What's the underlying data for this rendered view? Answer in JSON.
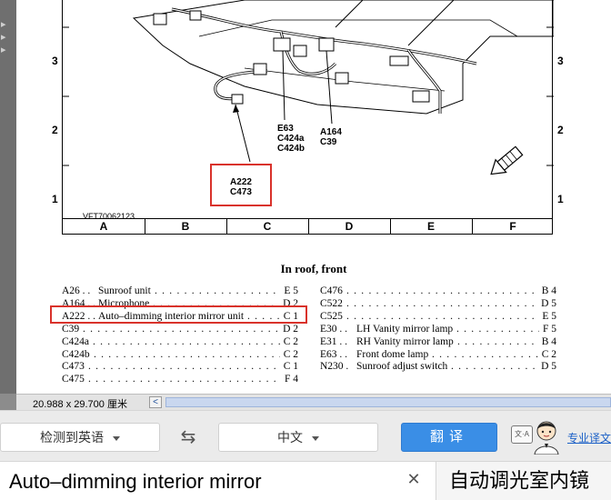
{
  "document": {
    "figure_id": "VFT70062123",
    "row_labels": [
      "3",
      "2",
      "1"
    ],
    "column_labels": [
      "A",
      "B",
      "C",
      "D",
      "E",
      "F"
    ],
    "callouts": {
      "group_e63": [
        "E63",
        "C424a",
        "C424b"
      ],
      "group_a164": [
        "A164",
        "C39"
      ],
      "group_a222": [
        "A222",
        "C473"
      ]
    },
    "section_title": "In roof, front",
    "index_left": [
      {
        "code": "A26 . .",
        "desc": "Sunroof unit",
        "loc": "E 5"
      },
      {
        "code": "A164 . .",
        "desc": "Microphone",
        "loc": "D 2"
      },
      {
        "code": "A222 . .",
        "desc": "Auto–dimming interior mirror unit",
        "loc": "C 1"
      },
      {
        "code": "C39",
        "desc": "",
        "loc": "D 2"
      },
      {
        "code": "C424a",
        "desc": "",
        "loc": "C 2"
      },
      {
        "code": "C424b",
        "desc": "",
        "loc": "C 2"
      },
      {
        "code": "C473",
        "desc": "",
        "loc": "C 1"
      },
      {
        "code": "C475",
        "desc": "",
        "loc": "F 4"
      }
    ],
    "index_right": [
      {
        "code": "C476",
        "desc": "",
        "loc": "B 4"
      },
      {
        "code": "C522",
        "desc": "",
        "loc": "D 5"
      },
      {
        "code": "C525",
        "desc": "",
        "loc": "E 5"
      },
      {
        "code": "E30 . .",
        "desc": "LH Vanity mirror lamp",
        "loc": "F 5"
      },
      {
        "code": "E31 . .",
        "desc": "RH Vanity mirror lamp",
        "loc": "B 4"
      },
      {
        "code": "E63 . .",
        "desc": "Front dome lamp",
        "loc": "C 2"
      },
      {
        "code": "N230 .",
        "desc": "Sunroof adjust switch",
        "loc": "D 5"
      }
    ]
  },
  "statusbar": {
    "doc_size": "20.988 x 29.700 厘米",
    "scroll_left_glyph": "<"
  },
  "translator": {
    "source_lang": "检测到英语",
    "target_lang": "中文",
    "translate_label": "翻译",
    "mode_icon_label": "文·A",
    "pro_link": "专业译文",
    "source_text": "Auto–dimming interior mirror",
    "target_text": "自动调光室内镜"
  },
  "colors": {
    "highlight": "#d9322b",
    "primary_button": "#3a8ee6",
    "link": "#1a5fc7"
  }
}
